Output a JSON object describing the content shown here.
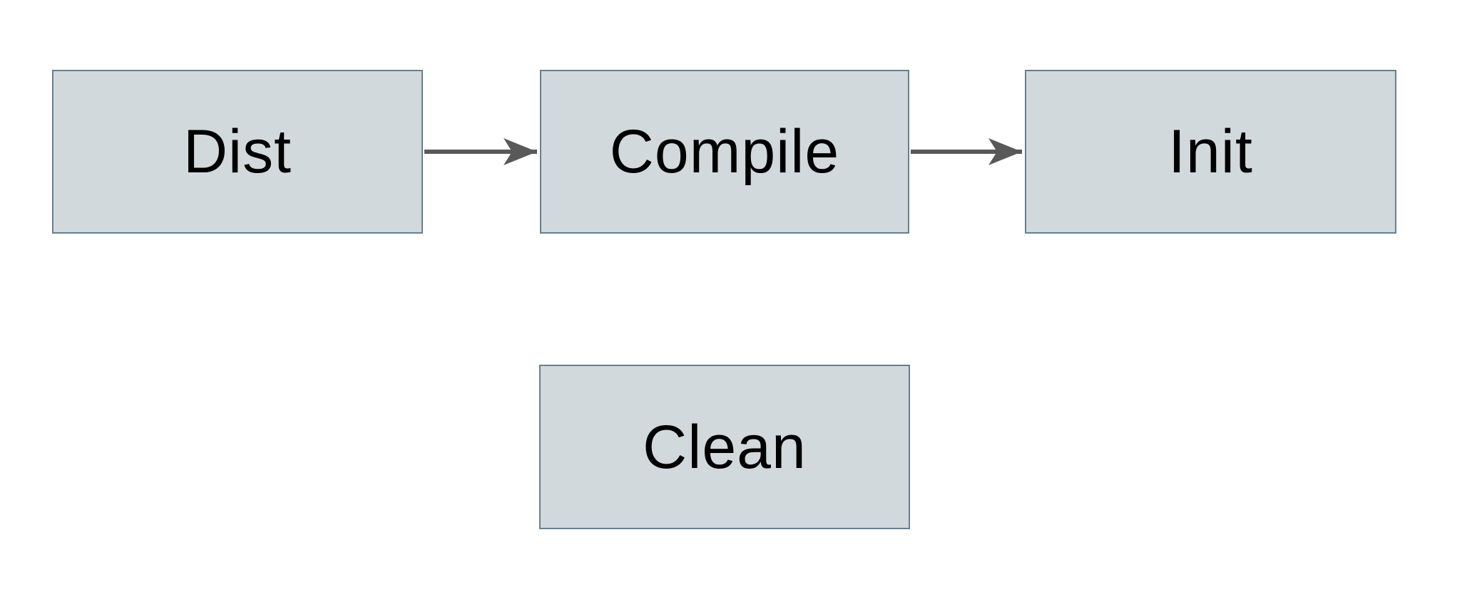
{
  "diagram": {
    "nodes": [
      {
        "id": "dist",
        "label": "Dist"
      },
      {
        "id": "compile",
        "label": "Compile"
      },
      {
        "id": "init",
        "label": "Init"
      },
      {
        "id": "clean",
        "label": "Clean"
      }
    ],
    "edges": [
      {
        "from": "Dist",
        "to": "Compile",
        "direction": "right"
      },
      {
        "from": "Compile",
        "to": "Init",
        "direction": "right"
      }
    ],
    "colors": {
      "background": "#ffffff",
      "node_fill": "#d2d9dd",
      "node_border": "#66808f",
      "arrow": "#595959",
      "text": "#000000"
    }
  }
}
